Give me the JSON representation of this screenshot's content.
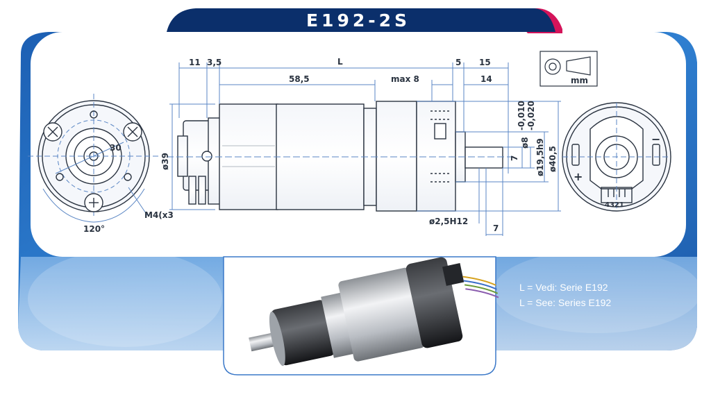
{
  "title": "E192-2S",
  "colors": {
    "title_bar": "#0b2f6b",
    "accent": "#d4145a",
    "frame_blue": "#1b63b8",
    "dim_line": "#5a86c4",
    "dim_text": "#2a3340"
  },
  "dimensions": {
    "d11": "11",
    "d3_5": "3,5",
    "L": "L",
    "d5": "5",
    "d15": "15",
    "d58_5": "58,5",
    "max8": "max 8",
    "d14": "14",
    "d30": "30",
    "d39": "ø39",
    "tol_upper": "-0,010",
    "tol_lower": "-0,020",
    "d8": "ø8",
    "d19_5": "ø19,5h9",
    "d40_5": "ø40,5",
    "d7_vertical": "7",
    "d2_5": "ø2,5H12",
    "d7_bottom": "7",
    "m4": "M4(x3",
    "angle": "120°",
    "unit": "mm",
    "plus": "+",
    "minus": "−",
    "pins": "4321"
  },
  "notes": {
    "line1": "L = Vedi: Serie E192",
    "line2": "L = See: Series E192"
  }
}
